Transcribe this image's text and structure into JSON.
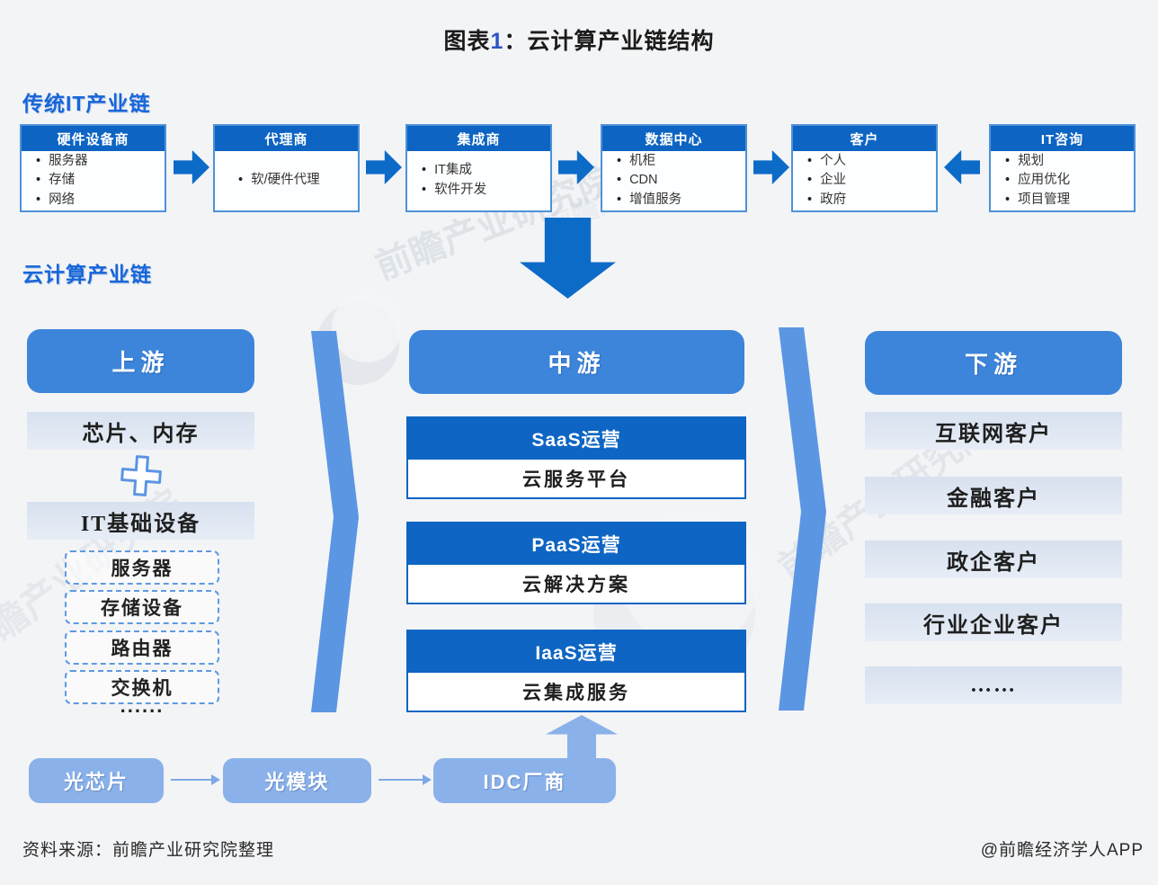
{
  "title": {
    "prefix": "图表",
    "number": "1",
    "colon": "：",
    "main": "云计算产业链结构"
  },
  "traditional": {
    "label": "传统IT产业链",
    "boxes": [
      {
        "header": "硬件设备商",
        "items": [
          "服务器",
          "存储",
          "网络"
        ]
      },
      {
        "header": "代理商",
        "items": [
          "软/硬件代理"
        ]
      },
      {
        "header": "集成商",
        "items": [
          "IT集成",
          "软件开发"
        ]
      },
      {
        "header": "数据中心",
        "items": [
          "机柜",
          "CDN",
          "增值服务"
        ]
      },
      {
        "header": "客户",
        "items": [
          "个人",
          "企业",
          "政府"
        ]
      },
      {
        "header": "IT咨询",
        "items": [
          "规划",
          "应用优化",
          "项目管理"
        ]
      }
    ]
  },
  "cloud": {
    "label": "云计算产业链",
    "upstream": {
      "header": "上游",
      "box1": "芯片、内存",
      "box2": "IT基础设备",
      "dashed": [
        "服务器",
        "存储设备",
        "路由器",
        "交换机"
      ],
      "ellipsis": "......"
    },
    "midstream": {
      "header": "中游",
      "layers": [
        {
          "header": "SaaS运营",
          "body": "云服务平台"
        },
        {
          "header": "PaaS运营",
          "body": "云解决方案"
        },
        {
          "header": "IaaS运营",
          "body": "云集成服务"
        }
      ]
    },
    "downstream": {
      "header": "下游",
      "items": [
        "互联网客户",
        "金融客户",
        "政企客户",
        "行业企业客户",
        "……"
      ]
    },
    "optical": {
      "chips": [
        "光芯片",
        "光模块",
        "IDC厂商"
      ]
    }
  },
  "footer": {
    "source": "资料来源：前瞻产业研究院整理",
    "credit": "@前瞻经济学人APP"
  },
  "watermark": {
    "text": "前瞻产业研究院"
  },
  "colors": {
    "header_blue": "#0d64c3",
    "mid_blue": "#3c85da",
    "swoosh_blue": "#5b96e3",
    "chip_blue": "#8ab1e9",
    "light_box": "#dce5f1",
    "label_blue": "#1766d9",
    "arrow_blue": "#0d6bc8",
    "background": "#f3f4f6"
  }
}
